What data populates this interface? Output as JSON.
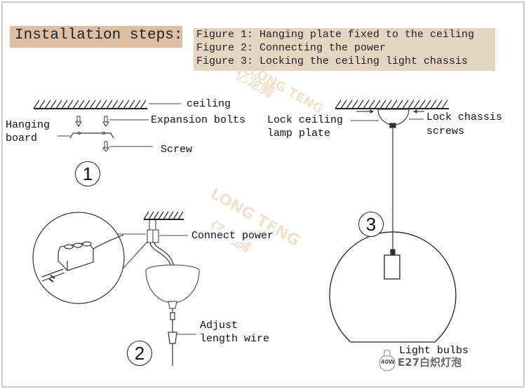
{
  "title": "Installation steps:",
  "figures": [
    "Figure 1: Hanging plate fixed to the ceiling",
    "Figure 2: Connecting the power",
    "Figure 3: Locking the ceiling light chassis"
  ],
  "step1": {
    "number": "1",
    "ceiling": "ceiling",
    "expansion_bolts": "Expansion bolts",
    "hanging_board_line1": "Hanging",
    "hanging_board_line2": "board",
    "screw": "Screw"
  },
  "step2": {
    "number": "2",
    "connect_power": "Connect power",
    "adjust_line1": "Adjust",
    "adjust_line2": "length wire"
  },
  "step3": {
    "number": "3",
    "lock_plate_line1": "Lock ceiling",
    "lock_plate_line2": "lamp plate",
    "lock_chassis_line1": "Lock chassis",
    "lock_chassis_line2": "screws",
    "light_bulbs": "Light bulbs",
    "bulb_watt": "40W",
    "bulb_type": "E27白炽灯泡"
  },
  "watermark": {
    "text_top": "亿龙腾",
    "text_top_latin": "LONG TENG",
    "text_mid": "亿龙腾",
    "text_mid_latin": "LONG TENG"
  },
  "colors": {
    "title_bg": "#dcc0a4",
    "figure_bg": "#e4d4c2",
    "line": "#222222",
    "watermark": "#deaa78"
  }
}
